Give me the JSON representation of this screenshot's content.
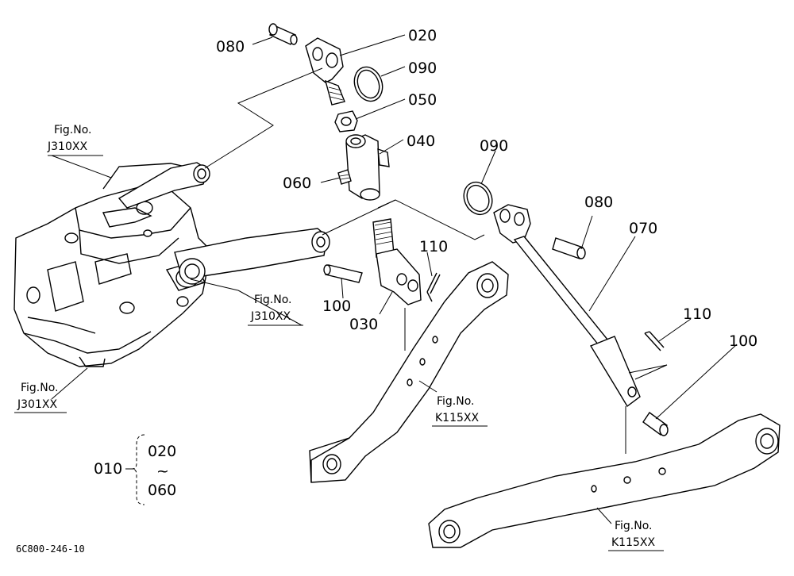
{
  "parts": {
    "p080_top": "080",
    "p020": "020",
    "p090_top": "090",
    "p050": "050",
    "p040": "040",
    "p060": "060",
    "p090_right": "090",
    "p080_right": "080",
    "p070": "070",
    "p110_left": "110",
    "p100_left": "100",
    "p030": "030",
    "p110_right": "110",
    "p100_right": "100"
  },
  "refs": {
    "r1": {
      "line1": "Fig.No.",
      "line2": "J310XX"
    },
    "r2": {
      "line1": "Fig.No.",
      "line2": "J310XX"
    },
    "r3": {
      "line1": "Fig.No.",
      "line2": "J301XX"
    },
    "r4": {
      "line1": "Fig.No.",
      "line2": "K115XX"
    },
    "r5": {
      "line1": "Fig.No.",
      "line2": "K115XX"
    }
  },
  "assembly": {
    "label": "010",
    "from": "020",
    "tilde": "~",
    "to": "060"
  },
  "drawing_code": "6C800-246-10"
}
